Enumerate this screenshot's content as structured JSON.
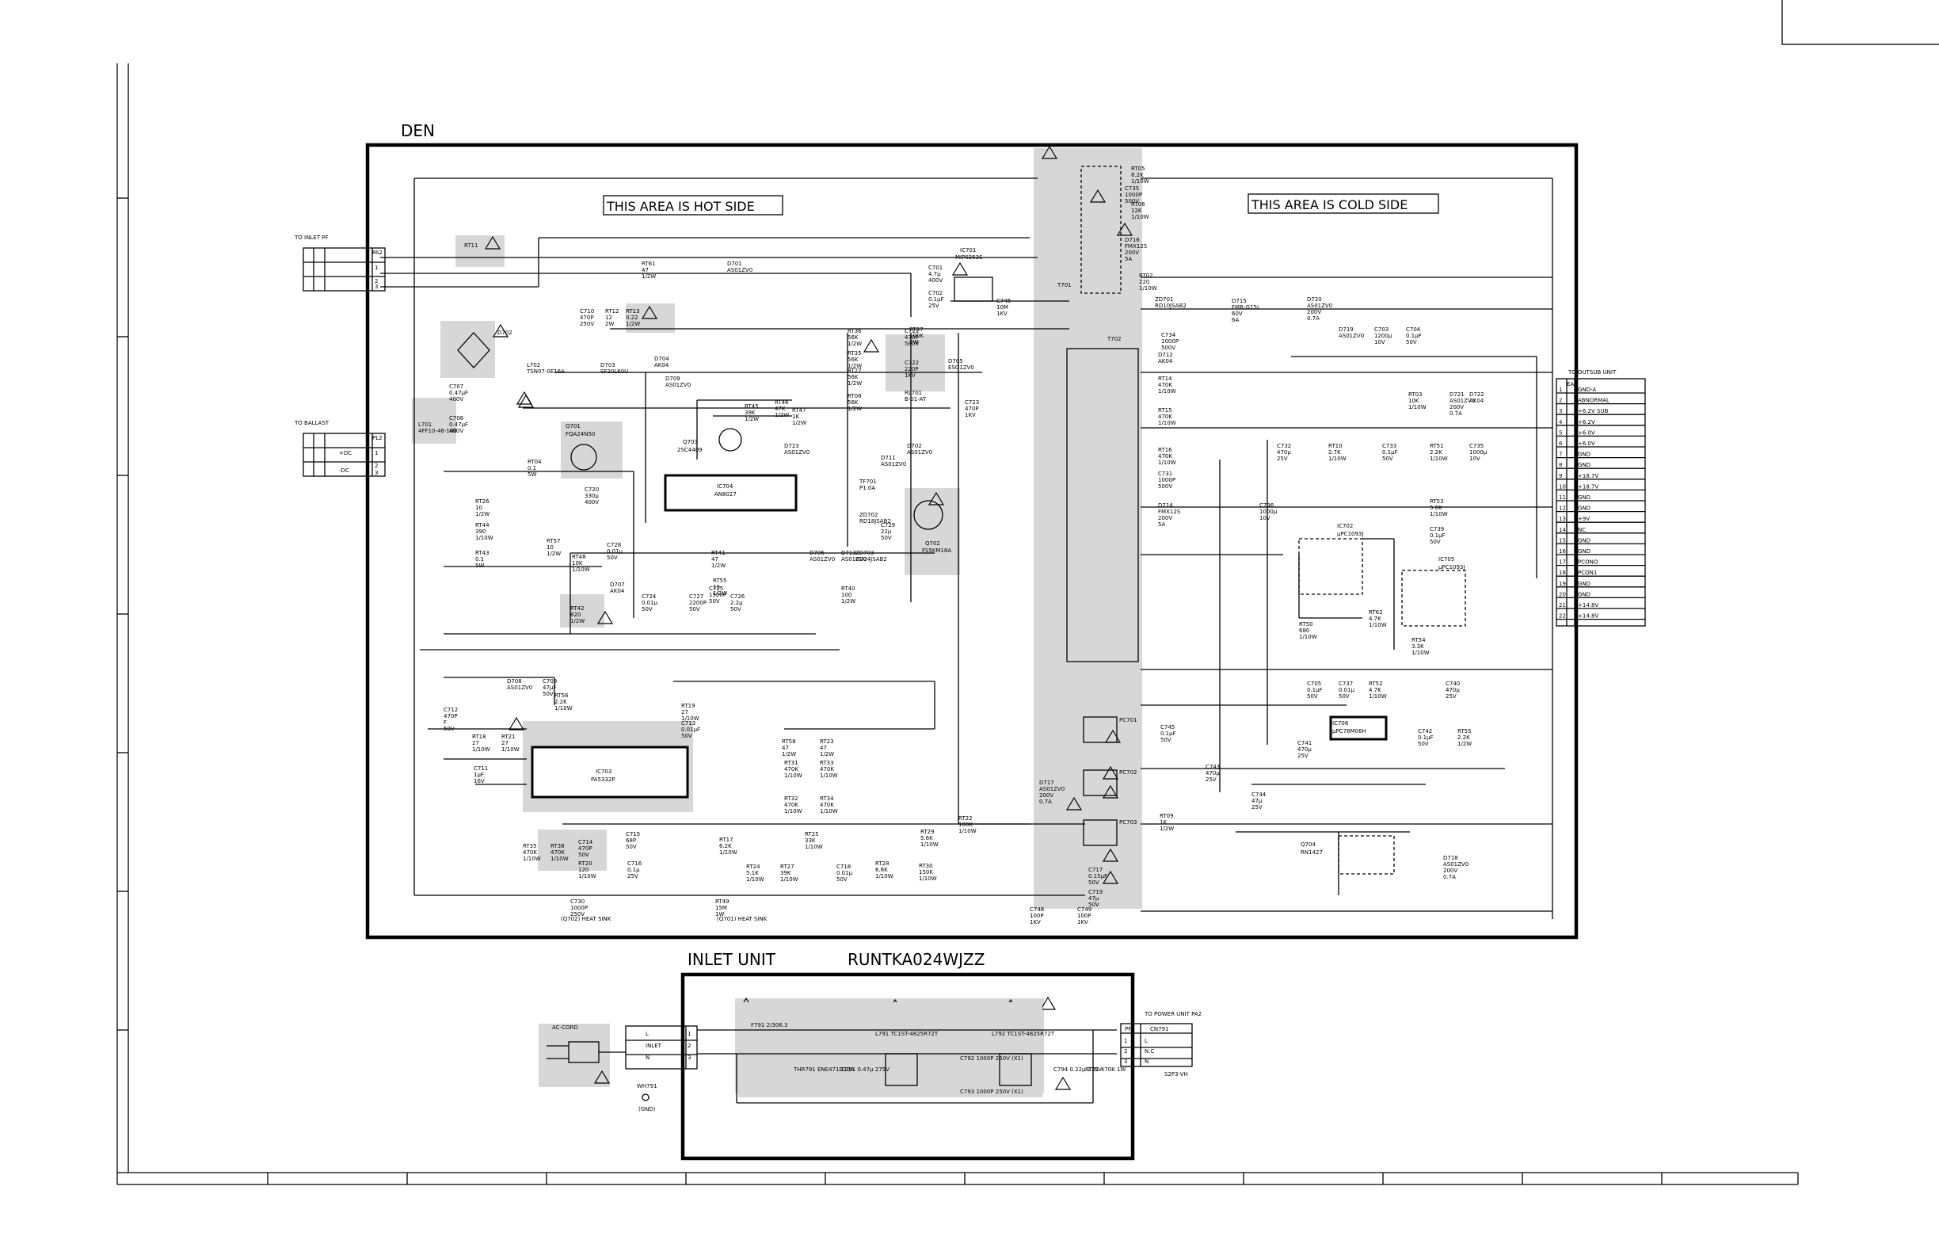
{
  "main": {
    "title": "DEN",
    "hot_side": "THIS AREA IS HOT SIDE",
    "cold_side": "THIS AREA IS COLD SIDE",
    "to_inlet": "TO INLET PF",
    "to_ballast": "TO BALLAST",
    "pa2": "PA2",
    "pl2": "PL2",
    "to_outsub": "TO OUTSUB UNIT",
    "ea": "EA",
    "ballast_pins": [
      "+DC",
      "-DC"
    ],
    "ic_labels": {
      "ic701": "IC701",
      "ic701_part": "MIP0253S",
      "ic702": "IC702",
      "ic702_part": "µPC1093J",
      "ic703": "IC703",
      "ic703_part": "PA5332P",
      "ic704": "IC704",
      "ic704_part": "AN8027",
      "ic705": "IC705",
      "ic705_part": "µPC1093J",
      "ic706": "IC706",
      "ic706_part": "µPC78M06H",
      "q701": "Q701",
      "q701_part": "FQA24N50",
      "q702": "Q702",
      "q702_part": "FS5KM18A",
      "q703": "Q703",
      "q703_part": "2SC4409",
      "q704": "Q704",
      "q704_part": "RN1427",
      "t701": "T701",
      "t702": "T702",
      "d702": "D702",
      "pc701": "PC701",
      "pc702": "PC702",
      "pc703": "PC703",
      "rt11": "RT11"
    },
    "components": [
      "RT13 0.22 1/2W",
      "C710 470P 250V",
      "RT12 12 2W",
      "RT61 47 1/2W",
      "D701 AS01ZV0",
      "C701 4.7µ 400V",
      "C702 0.1µF 25V",
      "C745 10M 1KV",
      "RT36 56K 1/2W",
      "RT35 56K 1/2W",
      "RT27 56K 1/2W",
      "RT08 56K 1/2W",
      "C721 470P 500V",
      "RT37 100K 2W",
      "C722 220P 1KV",
      "D705 ESO1ZV0",
      "RL701 B-01-AT",
      "C723 470P 1KV",
      "L702 TSN07-0E16A",
      "D703 SF20L60U",
      "C707 0.47µF 400V",
      "C706 0.47µF 400V",
      "L701 4FF10-46-100",
      "RT04 0.1 5W",
      "C720 330µ 400V",
      "D704 AK04",
      "D709 AS01ZV0",
      "RT45 39K 1/2W",
      "RT46 47K 1/2W",
      "RT47 1K 1/2W",
      "D723 AS01ZV0",
      "D702 AS01ZV0",
      "D711 AS01ZV0",
      "TF701 P1.0A",
      "ZD702 RD18JSAB2",
      "C729 22µ 50V",
      "ZD703 RD24JSAB2",
      "D713 AS01ZV0",
      "D706 AS01ZV0",
      "RT40 100 1/2W",
      "RT41 47 1/2W",
      "RT55 10 1/2W",
      "C725 1500P 50V",
      "C726 2.2µ 50V",
      "C727 2200P 50V",
      "C724 0.01µ 50V",
      "D707 AK04",
      "C728 0.01µ 50V",
      "RT48 10K 1/10W",
      "RT42 820 1/2W",
      "RT57 10 1/2W",
      "RT26 10 1/2W",
      "RT44 390 1/10W",
      "RT43 0.1 5W",
      "D712 AK04",
      "RT14 470K 1/10W",
      "RT15 470K 1/10W",
      "RT16 470K 1/10W",
      "C731 1000P 500V",
      "D714 FMX12S 200V 5A",
      "C734 1000P 500V",
      "D715 FMB-G15L 60V 6A",
      "C735 1000P 500V",
      "D716 FMX12S 200V 5A",
      "RT02 220 1/10W",
      "ZD701 RD10JSAB2",
      "D720 AS01ZV0 200V 0.7A",
      "D719 AS01ZV0",
      "C703 1200µ 10V",
      "C704 0.1µF 50V",
      "RT05 8.2K 1/10W",
      "RT06 12K 1/10W",
      "RT03 10K 1/10W",
      "D721 AS01ZV0 200V 0.7A",
      "D722 AK04",
      "C732 470µ 25V",
      "RT10 2.7K 1/10W",
      "C733 0.1µF 50V",
      "RT51 2.2K 1/10W",
      "C735 1000µ 10V",
      "C736 1000µ 10V",
      "RT53 5.6K 1/10W",
      "C739 0.1µF 50V",
      "RT50 680 1/10W",
      "RT62 4.7K 1/10W",
      "RT54 3.3K 1/10W",
      "C705 0.1µF 50V",
      "C737 0.01µ 50V",
      "RT52 4.7K 1/10W",
      "C740 470µ 25V",
      "C741 470µ 25V",
      "C742 0.1µF 50V",
      "RT55 2.2K 1/2W",
      "C743 470µ 25V",
      "C744 47µ 25V",
      "C745 0.1µF 50V",
      "D717 AS01ZV0 200V 0.7A",
      "D718 AS01ZV0 200V 0.7A",
      "RT09 1K 1/2W",
      "D708 AS01ZV0",
      "C709 47µF 50V",
      "RT56 2.2K 1/10W",
      "C712 470P F 50V",
      "RT18 27 1/10W",
      "RT21 27 1/10W",
      "C711 1µF 16V",
      "RT19 27 1/10W",
      "C713 0.01µF 50V",
      "RT58 47 1/2W",
      "RT23 47 1/2W",
      "RT31 470K 1/10W",
      "RT32 470K 1/10W",
      "RT33 470K 1/10W",
      "RT34 470K 1/10W",
      "RT35 470K 1/10W",
      "RT38 470K 1/10W",
      "C714 470P 50V",
      "C715 68P 50V",
      "RT20 120 1/10W",
      "C716 0.1µ 25V",
      "RT17 6.2K 1/10W",
      "RT24 5.1K 1/10W",
      "RT25 33K 1/10W",
      "RT27 39K 1/10W",
      "C718 0.01µ 50V",
      "RT28 6.8K 1/10W",
      "RT29 5.6K 1/10W",
      "RT30 150K 1/10W",
      "RT22 100K 1/10W",
      "C717 0.15µF 50V",
      "C719 47µ 50V",
      "C730 1000P 250V",
      "RT49 15M 1W",
      "C748 100P 1KV",
      "C749 100P 1KV"
    ],
    "heat_sinks": [
      "(Q702) HEAT SINK",
      "(Q701) HEAT SINK"
    ],
    "connector_pins": [
      {
        "n": "1",
        "label": "GND-A"
      },
      {
        "n": "2",
        "label": "ABNORMAL"
      },
      {
        "n": "3",
        "label": "+6.2V SUB"
      },
      {
        "n": "4",
        "label": "+6.2V"
      },
      {
        "n": "5",
        "label": "+6.0V"
      },
      {
        "n": "6",
        "label": "+6.0V"
      },
      {
        "n": "7",
        "label": "GND"
      },
      {
        "n": "8",
        "label": "GND"
      },
      {
        "n": "9",
        "label": "+18.7V"
      },
      {
        "n": "10",
        "label": "+18.7V"
      },
      {
        "n": "11",
        "label": "GND"
      },
      {
        "n": "12",
        "label": "GND"
      },
      {
        "n": "13",
        "label": "+9V"
      },
      {
        "n": "14",
        "label": "NC"
      },
      {
        "n": "15",
        "label": "GND"
      },
      {
        "n": "16",
        "label": "GND"
      },
      {
        "n": "17",
        "label": "PCONO"
      },
      {
        "n": "18",
        "label": "PCON1"
      },
      {
        "n": "19",
        "label": "GND"
      },
      {
        "n": "20",
        "label": "GND"
      },
      {
        "n": "21",
        "label": "+14.8V"
      },
      {
        "n": "22",
        "label": "+14.8V"
      }
    ]
  },
  "inlet": {
    "title": "INLET UNIT",
    "part": "RUNTKA024WJZZ",
    "ac_cord": "AC-CORD",
    "wh791": "WH791",
    "gnd": "(GND)",
    "pins": [
      {
        "n": "1",
        "label": "L"
      },
      {
        "n": "2",
        "label": "INLET"
      },
      {
        "n": "3",
        "label": "N"
      }
    ],
    "f791": "F791 2/306.3",
    "thermistor": "THR791 ENE471D10A",
    "c791": "C791 0.47µ 275V",
    "l791": "L791 TC1ST-4825R72T",
    "l792": "L792 TC1ST-4825R72T",
    "c792": "C792 1000P 250V (X1)",
    "c793": "C793 1000P 250V (X1)",
    "c794": "C794 0.22µ 275V",
    "rt91": "RT91 470K 1W",
    "to_power": "TO POWER UNIT PA2",
    "pf": "PF",
    "cn791": "CN791",
    "out_pins": [
      {
        "n": "1",
        "label": "L"
      },
      {
        "n": "2",
        "label": "N.C"
      },
      {
        "n": "3",
        "label": "N"
      }
    ],
    "s2p3": "S2P3-VH"
  },
  "inlet_pa2_pins": [
    "1",
    "2",
    "3"
  ],
  "ballast_pin_numbers": [
    "1",
    "2",
    "3"
  ]
}
